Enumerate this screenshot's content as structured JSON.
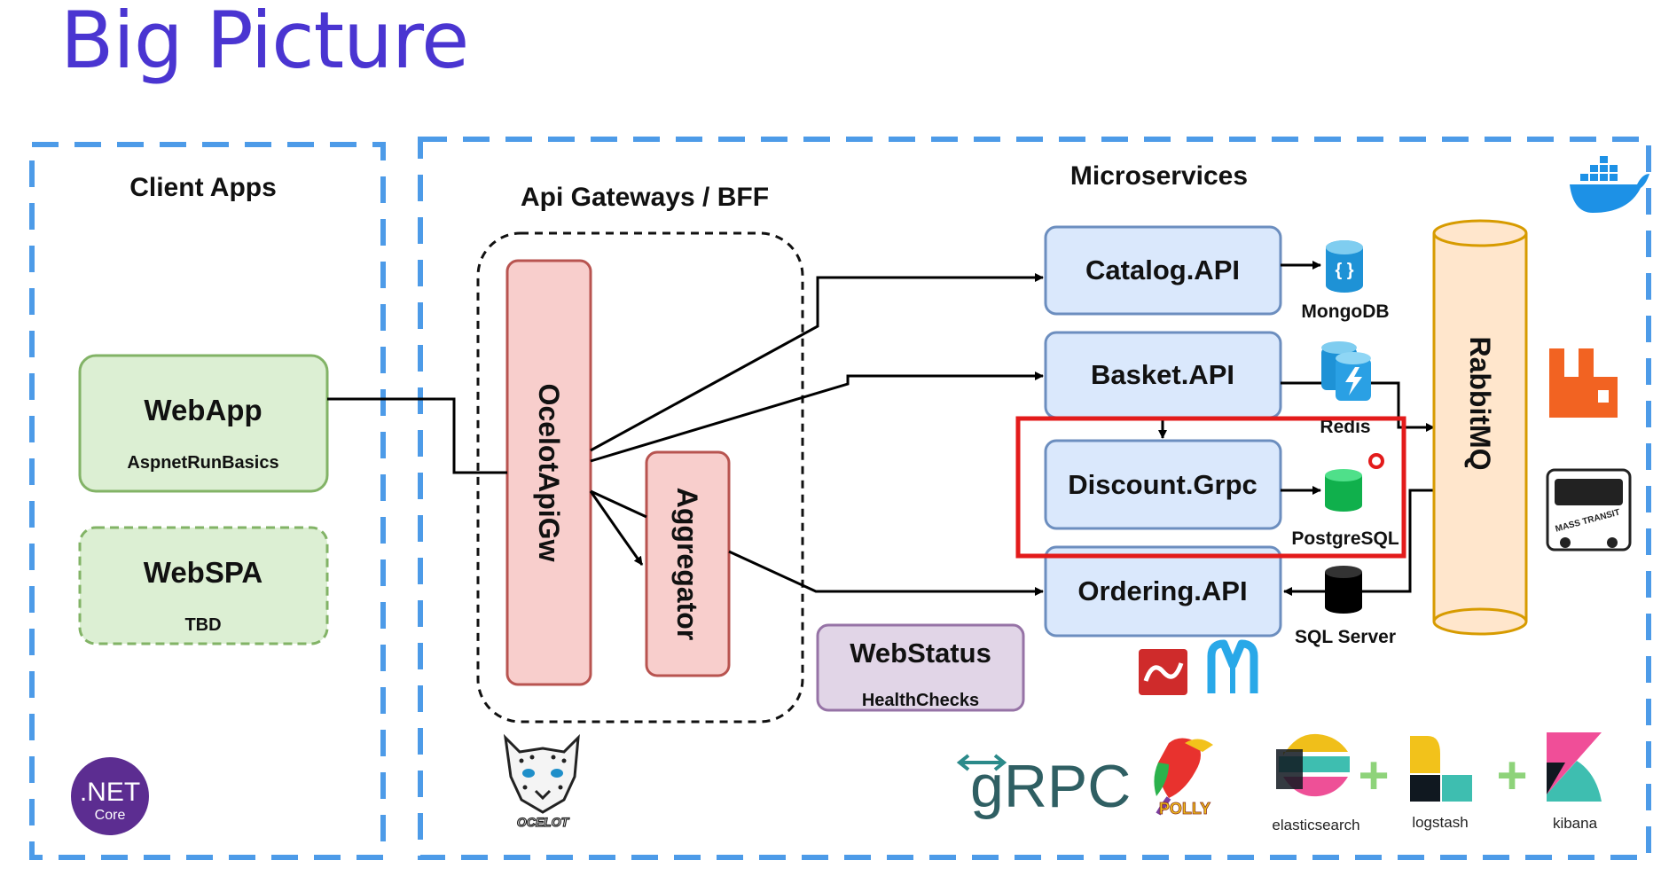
{
  "slide": {
    "title": "Big Picture"
  },
  "sections": {
    "client_apps": "Client Apps",
    "api_gateways": "Api Gateways / BFF",
    "microservices": "Microservices"
  },
  "client_apps": {
    "webapp": {
      "name": "WebApp",
      "sub": "AspnetRunBasics"
    },
    "webspa": {
      "name": "WebSPA",
      "sub": "TBD"
    }
  },
  "gateway": {
    "ocelot": "OcelotApiGw",
    "aggregator": "Aggregator"
  },
  "services": [
    {
      "name": "Catalog.API",
      "db": "MongoDB"
    },
    {
      "name": "Basket.API",
      "db": "Redis"
    },
    {
      "name": "Discount.Grpc",
      "db": "PostgreSQL"
    },
    {
      "name": "Ordering.API",
      "db": "SQL Server"
    }
  ],
  "message_bus": "RabbitMQ",
  "webstatus": {
    "name": "WebStatus",
    "sub": "HealthChecks"
  },
  "logos": {
    "dotnet": {
      "line1": ".NET",
      "line2": "Core"
    },
    "ocelot": "OCELOT",
    "grpc": "gRPC",
    "polly": "POLLY",
    "mass_transit": "MASS TRANSIT",
    "elasticsearch": "elasticsearch",
    "logstash": "logstash",
    "kibana": "kibana",
    "plus": "+"
  },
  "colors": {
    "title": "#4a35d1",
    "dashed_border": "#4d9be8",
    "client_green_fill": "#dcefd3",
    "client_green_stroke": "#82b366",
    "gateway_red_fill": "#f8cecc",
    "gateway_red_stroke": "#b85450",
    "service_blue_fill": "#dae8fc",
    "service_blue_stroke": "#6c8ebf",
    "rabbit_fill": "#ffe6cc",
    "rabbit_stroke": "#d79b00",
    "webstatus_fill": "#e1d5e7",
    "webstatus_stroke": "#9673a6",
    "highlight": "#e31b1b"
  },
  "icons": [
    "docker-icon",
    "rabbitmq-icon",
    "masstransit-icon",
    "mongodb-icon",
    "redis-icon",
    "postgresql-icon",
    "sqlserver-icon",
    "ocelot-icon",
    "dotnet-icon",
    "grpc-icon",
    "polly-icon",
    "elasticsearch-icon",
    "logstash-icon",
    "kibana-icon",
    "scalar-icon",
    "mediatr-icon"
  ]
}
